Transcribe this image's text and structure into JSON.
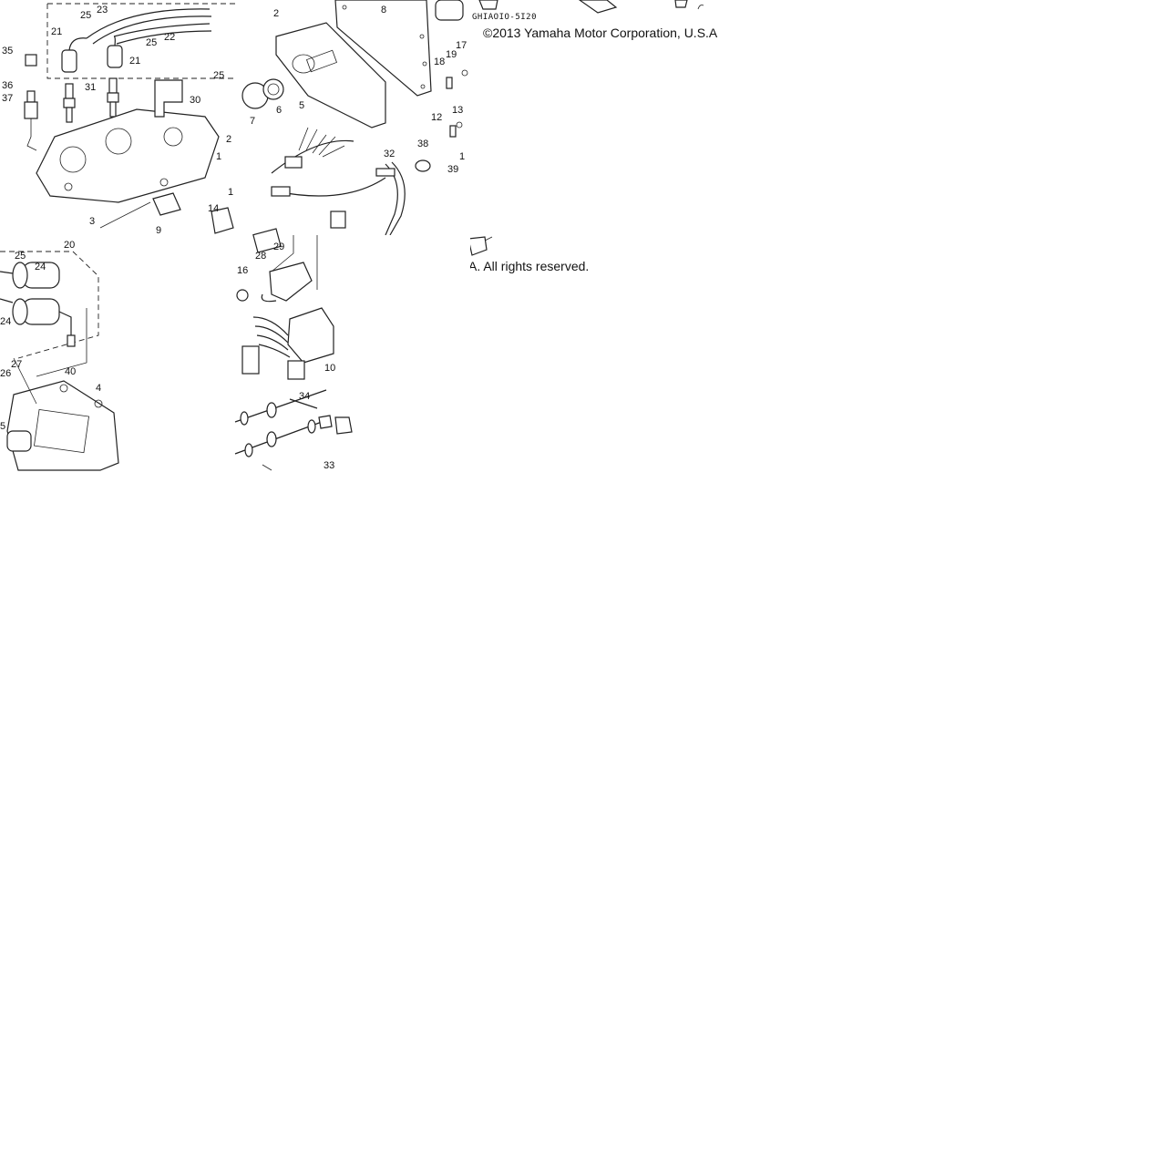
{
  "diagram": {
    "code": "GHIAOIO-5I20",
    "copyright_line1": "©2013 Yamaha Motor Corporation, U.S.A",
    "copyright_line2": "A. All rights reserved.",
    "callouts_tile1": [
      "23",
      "25",
      "21",
      "22",
      "25",
      "21",
      "35",
      "36",
      "37",
      "31",
      "30",
      "25",
      "2",
      "1",
      "3",
      "9",
      "14",
      "1"
    ],
    "callouts_tile2": [
      "2",
      "8",
      "7",
      "6",
      "5",
      "19",
      "17",
      "18",
      "12",
      "13",
      "32",
      "38",
      "39",
      "1"
    ],
    "callouts_tile3": [
      "20",
      "25",
      "24",
      "24",
      "26",
      "27",
      "40",
      "4",
      "5"
    ],
    "callouts_tile4": [
      "28",
      "29",
      "16",
      "10",
      "34",
      "33"
    ]
  }
}
